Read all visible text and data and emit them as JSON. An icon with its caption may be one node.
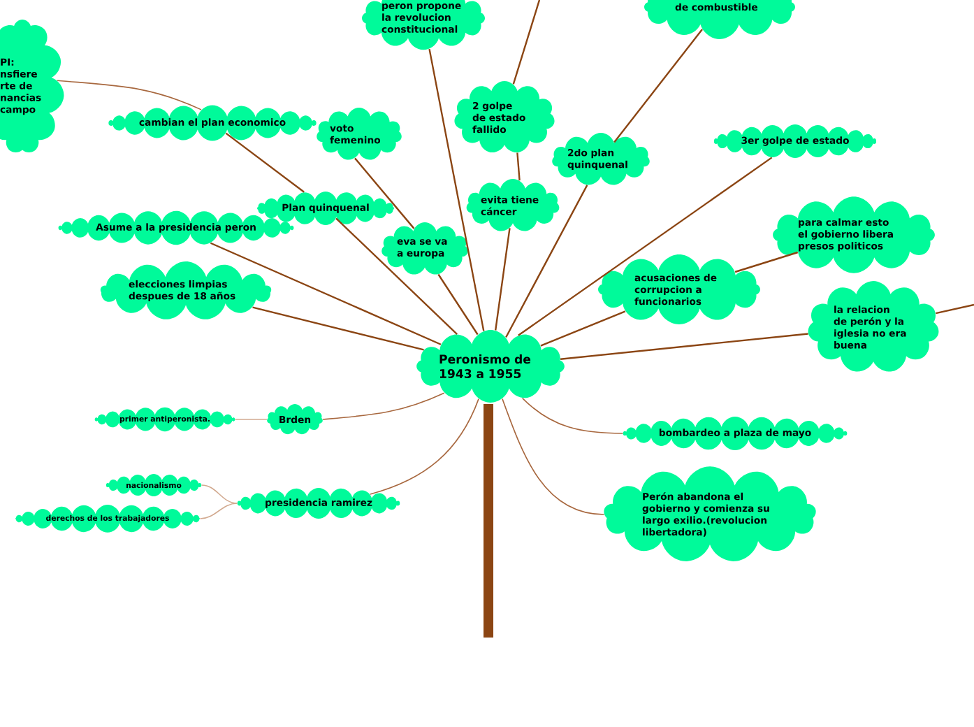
{
  "diagram": {
    "nodes": [
      {
        "text": [
          "Peronismo de 1943 a 1955"
        ]
      },
      {
        "text": [
          "peron propone la revolucion constitucional"
        ]
      },
      {
        "text": [
          "de combustible"
        ]
      },
      {
        "text": [
          "PI: nsfiere rte de nancias campo"
        ]
      },
      {
        "text": [
          "cambian el plan economico"
        ]
      },
      {
        "text": [
          "voto femenino"
        ]
      },
      {
        "text": [
          "2 golpe de estado fallido"
        ]
      },
      {
        "text": [
          "3er golpe de estado"
        ]
      },
      {
        "text": [
          "2do plan quinquenal"
        ]
      },
      {
        "text": [
          "evita tiene cáncer"
        ]
      },
      {
        "text": [
          "Plan quinquenal"
        ]
      },
      {
        "text": [
          "Asume a la presidencia peron"
        ]
      },
      {
        "text": [
          "para calmar esto el gobierno libera presos politicos"
        ]
      },
      {
        "text": [
          "eva se va a europa"
        ]
      },
      {
        "text": [
          "acusaciones de corrupcion a funcionarios"
        ]
      },
      {
        "text": [
          "elecciones limpias despues de 18 años"
        ]
      },
      {
        "text": [
          "la relacion de perón y la iglesia no era buena"
        ]
      },
      {
        "text": [
          "primer antiperonista."
        ]
      },
      {
        "text": [
          "Brden"
        ]
      },
      {
        "text": [
          "bombardeo a plaza de mayo"
        ]
      },
      {
        "text": [
          "Perón abandona el gobierno y comienza su largo exilio.(revolucion libertadora)"
        ]
      },
      {
        "text": [
          "nacionalismo"
        ]
      },
      {
        "text": [
          "presidencia ramirez"
        ]
      },
      {
        "text": [
          "derechos de los trabajadores"
        ]
      }
    ],
    "edges": [
      {
        "from": 0,
        "to": 1,
        "arrow": "none"
      },
      {
        "from": 0,
        "to": 9,
        "arrow": "none"
      },
      {
        "from": 9,
        "to": 6,
        "arrow": "none"
      },
      {
        "from": 6,
        "to": null,
        "arrow": "none"
      },
      {
        "from": 0,
        "to": 8,
        "arrow": "none"
      },
      {
        "from": 8,
        "to": 2,
        "arrow": "none"
      },
      {
        "from": 0,
        "to": 7,
        "arrow": "none"
      },
      {
        "from": 0,
        "to": 14,
        "arrow": "none"
      },
      {
        "from": 14,
        "to": 12,
        "arrow": "none"
      },
      {
        "from": 0,
        "to": 16,
        "arrow": "none"
      },
      {
        "from": 16,
        "to": null,
        "arrow": "none"
      },
      {
        "from": 0,
        "to": 13,
        "arrow": "none"
      },
      {
        "from": 13,
        "to": 5,
        "arrow": "none"
      },
      {
        "from": 0,
        "to": 10,
        "arrow": "none"
      },
      {
        "from": 10,
        "to": 4,
        "arrow": "none"
      },
      {
        "from": 4,
        "to": 3,
        "arrow": "none",
        "color": "#a8683f"
      },
      {
        "from": 0,
        "to": 11,
        "arrow": "none"
      },
      {
        "from": 0,
        "to": 15,
        "arrow": "none"
      },
      {
        "from": 0,
        "to": 18,
        "arrow": "none",
        "color": "#a8683f"
      },
      {
        "from": 18,
        "to": 17,
        "arrow": "none",
        "color": "#d2aa90"
      },
      {
        "from": 0,
        "to": 22,
        "arrow": "none",
        "color": "#a8683f"
      },
      {
        "from": 22,
        "to": 21,
        "arrow": "none",
        "color": "#d2aa90"
      },
      {
        "from": 22,
        "to": 23,
        "arrow": "none",
        "color": "#d2aa90"
      },
      {
        "from": 0,
        "to": 19,
        "arrow": "none",
        "color": "#a8683f"
      },
      {
        "from": 0,
        "to": 20,
        "arrow": "none",
        "color": "#a8683f"
      }
    ]
  }
}
